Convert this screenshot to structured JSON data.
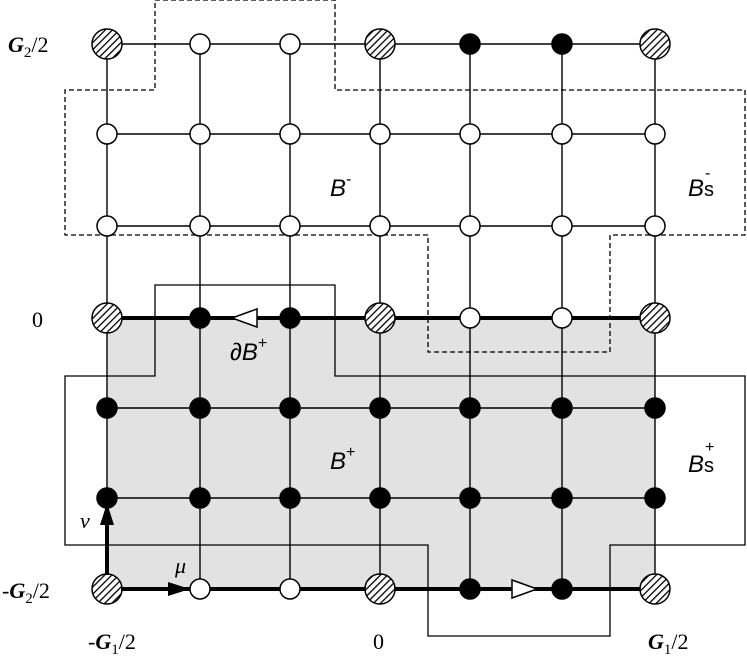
{
  "axis_labels": {
    "top_left_vec": "G",
    "top_left_sub": "2",
    "top_left_tail": "/2",
    "mid_left": "0",
    "bottom_left_prefix": "-",
    "bottom_left_vec": "G",
    "bottom_left_sub": "2",
    "bottom_left_tail": "/2",
    "bottom_x_left_prefix": "-",
    "bottom_x_left_vec": "G",
    "bottom_x_left_sub": "1",
    "bottom_x_left_tail": "/2",
    "bottom_x_mid": "0",
    "bottom_x_right_vec": "G",
    "bottom_x_right_sub": "1",
    "bottom_x_right_tail": "/2"
  },
  "region_labels": {
    "b_minus_main": "B",
    "b_minus_sup": "-",
    "b_s_minus_main": "B",
    "b_s_minus_sub": "s",
    "b_s_minus_sup": "-",
    "b_plus_main": "B",
    "b_plus_sup": "+",
    "boundary_main": "∂B",
    "boundary_sup": "+",
    "b_s_plus_main": "B",
    "b_s_plus_sub": "s",
    "b_s_plus_sup": "+"
  },
  "arrow_labels": {
    "mu": "μ",
    "nu": "ν"
  },
  "lattice": {
    "columns": 7,
    "rows": 7,
    "node_types_top_to_bottom": [
      [
        "hatched",
        "open",
        "open",
        "hatched",
        "filled",
        "filled",
        "hatched"
      ],
      [
        "open",
        "open",
        "open",
        "open",
        "open",
        "open",
        "open"
      ],
      [
        "open",
        "open",
        "open",
        "open",
        "open",
        "open",
        "open"
      ],
      [
        "hatched",
        "filled",
        "filled",
        "hatched",
        "open",
        "open",
        "hatched"
      ],
      [
        "filled",
        "filled",
        "filled",
        "filled",
        "filled",
        "filled",
        "filled"
      ],
      [
        "filled",
        "filled",
        "filled",
        "filled",
        "filled",
        "filled",
        "filled"
      ],
      [
        "hatched",
        "open",
        "open",
        "hatched",
        "filled",
        "filled",
        "hatched"
      ]
    ]
  },
  "colors": {
    "shade": "#e2e2e2",
    "line": "#000000",
    "node_open": "#ffffff",
    "node_filled": "#000000"
  }
}
